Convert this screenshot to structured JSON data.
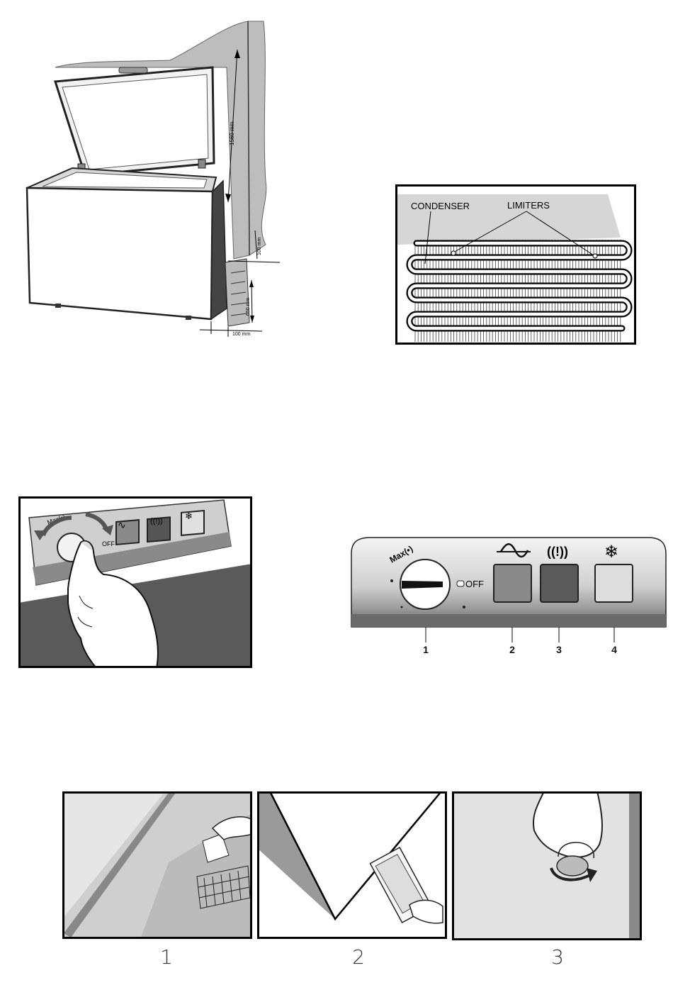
{
  "installation": {
    "dim_height": "1560 mm",
    "dim_top_gap": "100 mm",
    "dim_vent": "650 mm",
    "dim_side": "100 mm"
  },
  "condenser": {
    "label_condenser": "CONDENSER",
    "label_limiters": "LIMITERS"
  },
  "control_photo": {
    "knob_label": "Max(•)",
    "off_label": "OFF"
  },
  "control_panel": {
    "knob_label": "Max(•)",
    "off_label": "OFF",
    "numbers": [
      "1",
      "2",
      "3",
      "4"
    ],
    "colors": {
      "power": "#8a8a8a",
      "alarm": "#5a5a5a",
      "superfreeze": "#dddddd"
    }
  },
  "steps": {
    "labels": [
      "1",
      "2",
      "3"
    ]
  }
}
